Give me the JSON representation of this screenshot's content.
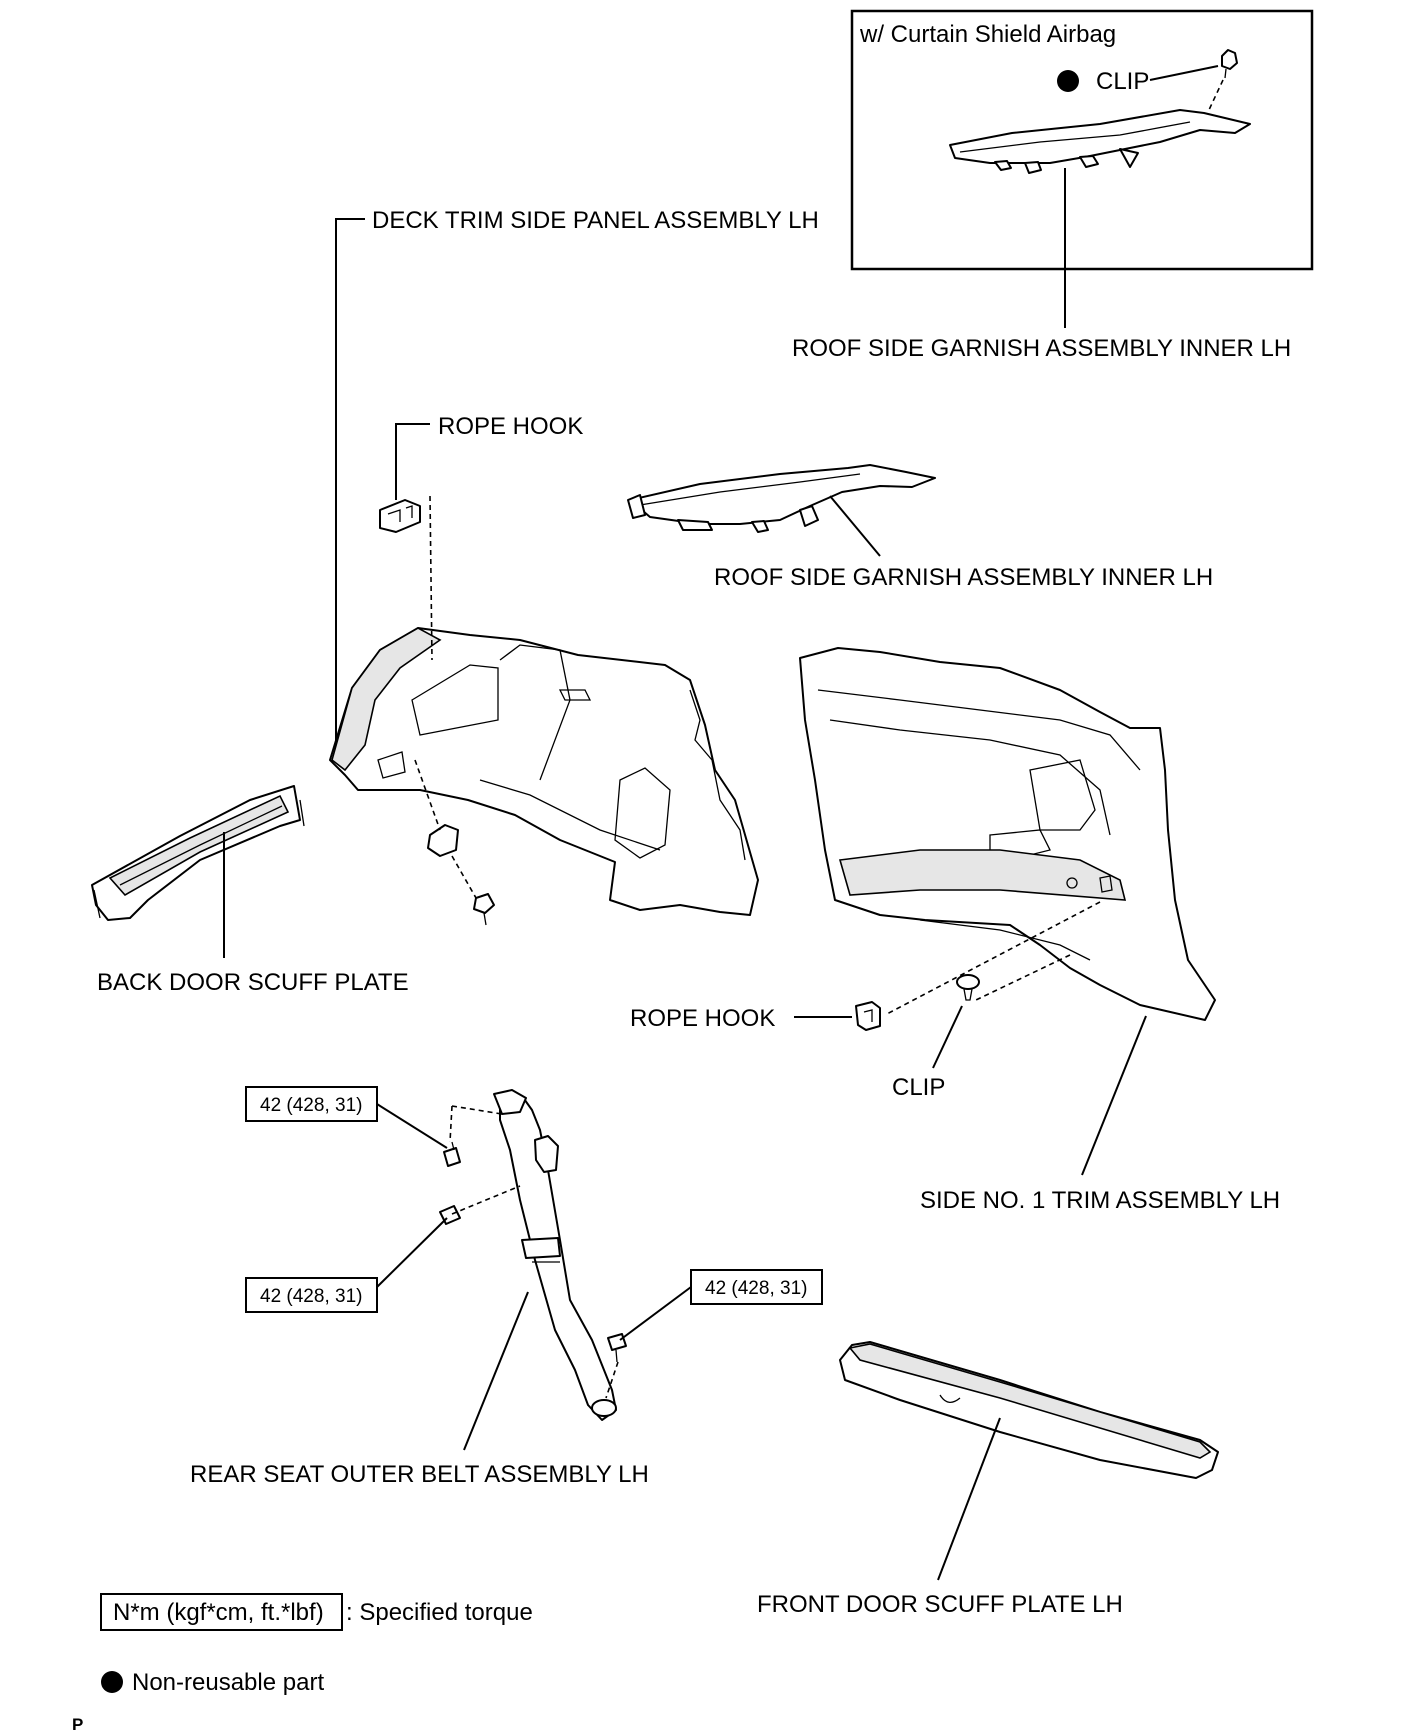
{
  "inset": {
    "title": "w/ Curtain Shield Airbag",
    "clip_label": "CLIP"
  },
  "labels": {
    "deck_trim": "DECK TRIM SIDE PANEL ASSEMBLY LH",
    "roof_garnish_top": "ROOF SIDE GARNISH ASSEMBLY INNER LH",
    "rope_hook_top": "ROPE HOOK",
    "roof_garnish_mid": "ROOF SIDE GARNISH ASSEMBLY INNER LH",
    "back_door_scuff": "BACK DOOR SCUFF PLATE",
    "rope_hook_mid": "ROPE HOOK",
    "clip": "CLIP",
    "side_trim": "SIDE NO. 1 TRIM ASSEMBLY LH",
    "rear_seat_belt": "REAR SEAT OUTER BELT ASSEMBLY LH",
    "front_door_scuff": "FRONT DOOR SCUFF PLATE LH"
  },
  "torque": {
    "t1": "42 (428, 31)",
    "t2": "42 (428, 31)",
    "t3": "42 (428, 31)"
  },
  "legend": {
    "torque_box": "N*m (kgf*cm, ft.*lbf)",
    "torque_text": ": Specified torque",
    "nonreusable_text": "Non-reusable part"
  },
  "footer": {
    "code": "P"
  }
}
